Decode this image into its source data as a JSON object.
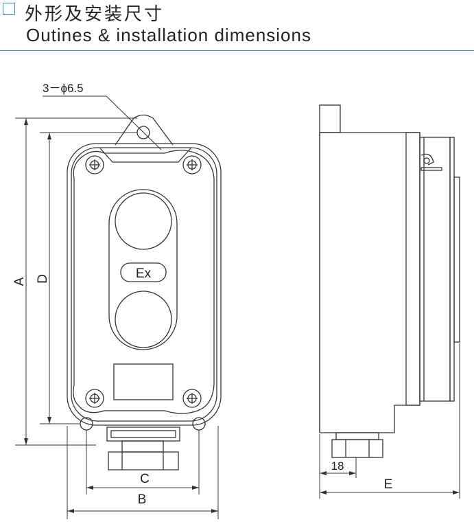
{
  "header": {
    "title_cn": "外形及安装尺寸",
    "title_en": "Outines & installation dimensions"
  },
  "labels": {
    "hole_spec": "3－ϕ6.5",
    "badge": "Ex",
    "dim_a": "A",
    "dim_d": "D",
    "dim_c": "C",
    "dim_b": "B",
    "dim_e": "E",
    "dim_18": "18"
  },
  "colors": {
    "accent": "#3a8fc9",
    "line": "#333333"
  }
}
